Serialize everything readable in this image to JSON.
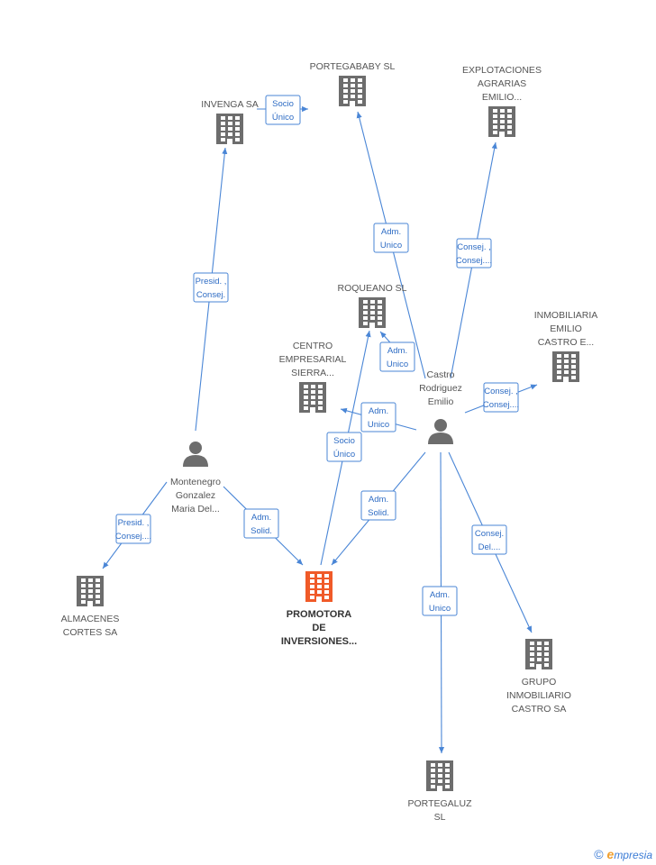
{
  "nodes": [
    {
      "id": "portegababy",
      "type": "company",
      "label": [
        "PORTEGABABY SL"
      ]
    },
    {
      "id": "invenga",
      "type": "company",
      "label": [
        "INVENGA SA"
      ]
    },
    {
      "id": "explotaciones",
      "type": "company",
      "label": [
        "EXPLOTACIONES",
        "AGRARIAS",
        "EMILIO..."
      ]
    },
    {
      "id": "roqueano",
      "type": "company",
      "label": [
        "ROQUEANO SL"
      ]
    },
    {
      "id": "inmobiliaria",
      "type": "company",
      "label": [
        "INMOBILIARIA",
        "EMILIO",
        "CASTRO E..."
      ]
    },
    {
      "id": "centro",
      "type": "company",
      "label": [
        "CENTRO",
        "EMPRESARIAL",
        "SIERRA..."
      ]
    },
    {
      "id": "castro",
      "type": "person",
      "label": [
        "Castro",
        "Rodriguez",
        "Emilio"
      ]
    },
    {
      "id": "montenegro",
      "type": "person",
      "label": [
        "Montenegro",
        "Gonzalez",
        "Maria Del..."
      ]
    },
    {
      "id": "promotora",
      "type": "main",
      "label": [
        "PROMOTORA",
        "DE",
        "INVERSIONES..."
      ]
    },
    {
      "id": "almacenes",
      "type": "company",
      "label": [
        "ALMACENES",
        "CORTES SA"
      ]
    },
    {
      "id": "grupo",
      "type": "company",
      "label": [
        "GRUPO",
        "INMOBILIARIO",
        "CASTRO SA"
      ]
    },
    {
      "id": "portegaluz",
      "type": "company",
      "label": [
        "PORTEGALUZ",
        "SL"
      ]
    }
  ],
  "edges": [
    {
      "id": "invenga-portegababy",
      "label": [
        "Socio",
        "Único"
      ]
    },
    {
      "id": "montenegro-invenga",
      "label": [
        "Presid. ,",
        "Consej."
      ]
    },
    {
      "id": "castro-portegababy",
      "label": [
        "Adm.",
        "Unico"
      ]
    },
    {
      "id": "castro-explotaciones",
      "label": [
        "Consej. ,",
        "Consej...."
      ]
    },
    {
      "id": "castro-roqueano",
      "label": [
        "Adm.",
        "Unico"
      ]
    },
    {
      "id": "castro-inmobiliaria",
      "label": [
        "Consej. ,",
        "Consej...."
      ]
    },
    {
      "id": "castro-centro",
      "label": [
        "Adm.",
        "Unico"
      ]
    },
    {
      "id": "promotora-roqueano",
      "label": [
        "Socio",
        "Único"
      ]
    },
    {
      "id": "castro-promotora",
      "label": [
        "Adm.",
        "Solid."
      ]
    },
    {
      "id": "montenegro-promotora",
      "label": [
        "Adm.",
        "Solid."
      ]
    },
    {
      "id": "montenegro-almacenes",
      "label": [
        "Presid. ,",
        "Consej...."
      ]
    },
    {
      "id": "castro-grupo",
      "label": [
        "Consej.",
        "Del...."
      ]
    },
    {
      "id": "castro-portegaluz",
      "label": [
        "Adm.",
        "Unico"
      ]
    }
  ],
  "colors": {
    "company": "#6d6d6d",
    "person": "#6d6d6d",
    "main": "#f05a28",
    "edge": "#4a86d6"
  },
  "footer": {
    "copyright": "©",
    "brand_initial": "e",
    "brand_rest": "mpresia"
  }
}
